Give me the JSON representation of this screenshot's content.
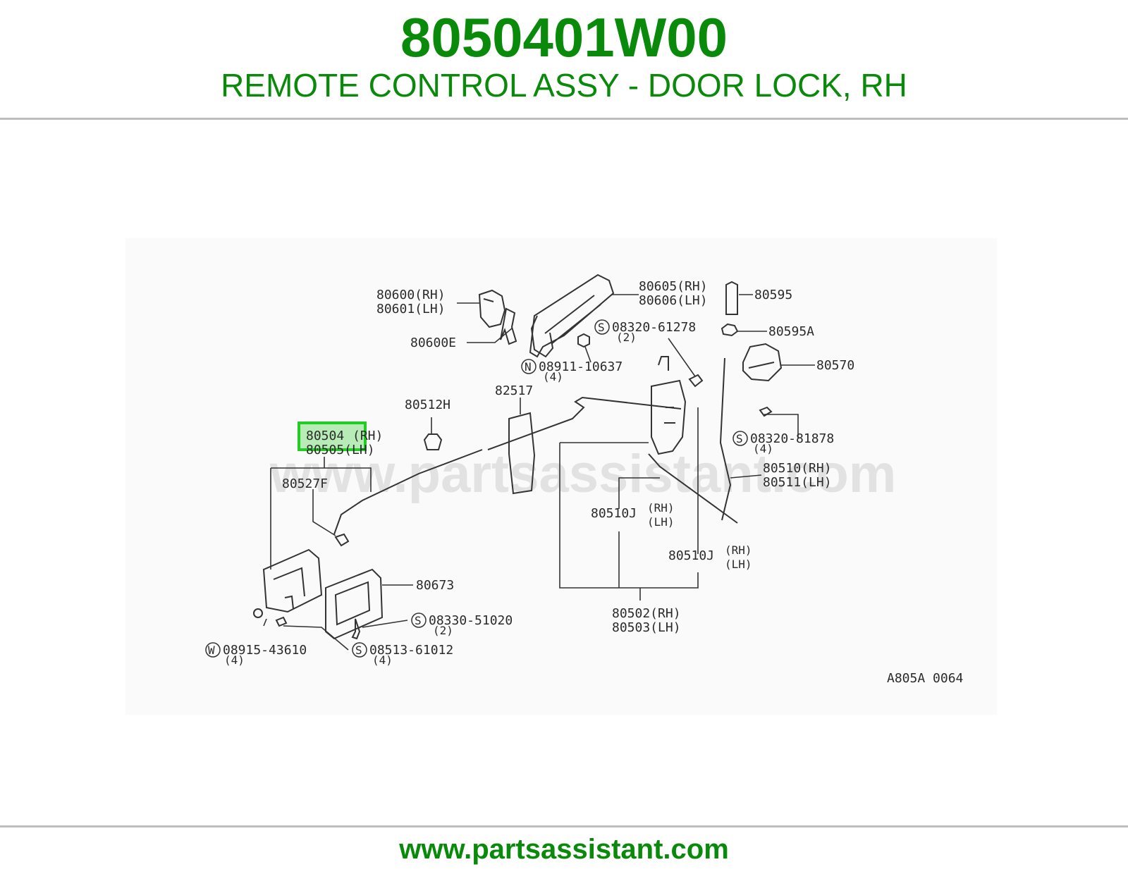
{
  "header": {
    "part_number": "8050401W00",
    "title": "REMOTE CONTROL ASSY - DOOR LOCK, RH"
  },
  "diagram": {
    "watermark": "www.partsassistant.com",
    "drawing_code": "A805A 0064",
    "highlight_color": "#22cc22",
    "callouts": {
      "c80600": "80600(RH)",
      "c80601": "80601(LH)",
      "c80600e": "80600E",
      "c80605": "80605(RH)",
      "c80606": "80606(LH)",
      "c80595": "80595",
      "c80595a": "80595A",
      "c08320_61278": "08320-61278",
      "c08320_61278_qty": "(2)",
      "c08911": "08911-10637",
      "c08911_qty": "(4)",
      "c80570": "80570",
      "c82517": "82517",
      "c80512h": "80512H",
      "c80504": "80504",
      "c80504_side": "(RH)",
      "c80505": "80505(LH)",
      "c08320_81878": "08320-81878",
      "c08320_81878_qty": "(4)",
      "c80527f": "80527F",
      "c80510": "80510(RH)",
      "c80511": "80511(LH)",
      "c80510j_a": "80510J",
      "c80510j_a_rh": "(RH)",
      "c80510j_a_lh": "(LH)",
      "c80510j_b": "80510J",
      "c80510j_b_rh": "(RH)",
      "c80510j_b_lh": "(LH)",
      "c80673": "80673",
      "c08330": "08330-51020",
      "c08330_qty": "(2)",
      "c80502": "80502(RH)",
      "c80503": "80503(LH)",
      "c08915": "08915-43610",
      "c08915_qty": "(4)",
      "c08513": "08513-61012",
      "c08513_qty": "(4)"
    },
    "symbols": {
      "s": "S",
      "n": "N",
      "w": "W"
    }
  },
  "footer": {
    "url": "www.partsassistant.com"
  }
}
